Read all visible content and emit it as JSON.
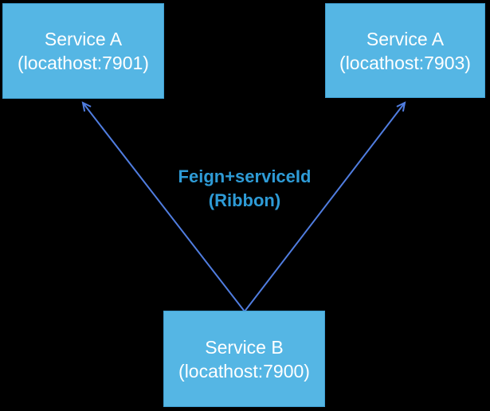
{
  "diagram": {
    "title": "Feign with Ribbon load balancing diagram",
    "nodes": [
      {
        "id": "service-a-7901",
        "line1": "Service A",
        "line2": "(locathost:7901)"
      },
      {
        "id": "service-a-7903",
        "line1": "Service A",
        "line2": "(locathost:7903)"
      },
      {
        "id": "service-b-7900",
        "line1": "Service B",
        "line2": "(locathost:7900)"
      }
    ],
    "edges": [
      {
        "id": "b-to-a-7901",
        "from": "service-b-7900",
        "to": "service-a-7901",
        "arrowhead": "open"
      },
      {
        "id": "b-to-a-7903",
        "from": "service-b-7900",
        "to": "service-a-7903",
        "arrowhead": "open"
      }
    ],
    "edge_label": {
      "line1": "Feign+serviceId",
      "line2": "(Ribbon)"
    },
    "colors": {
      "background": "#000000",
      "node_fill": "#55B6E4",
      "node_border": "#3F9FD2",
      "node_text": "#FFFFFF",
      "arrow": "#507DE0",
      "edge_label_text": "#2E9BD6"
    }
  }
}
